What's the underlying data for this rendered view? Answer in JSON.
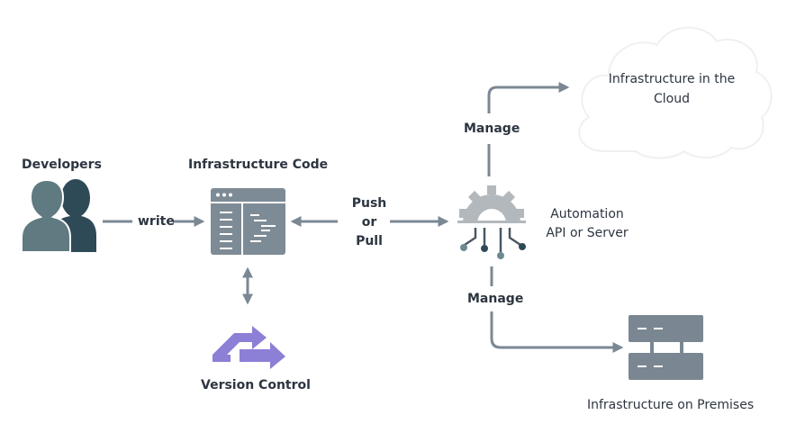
{
  "nodes": {
    "developers": {
      "label": "Developers"
    },
    "infra_code": {
      "label": "Infrastructure Code"
    },
    "version_control": {
      "label": "Version Control"
    },
    "automation": {
      "line1": "Automation",
      "line2": "API or Server"
    },
    "cloud": {
      "line1": "Infrastructure in the",
      "line2": "Cloud"
    },
    "premises": {
      "label": "Infrastructure on Premises"
    }
  },
  "edges": {
    "write": "write",
    "push_pull": {
      "line1": "Push",
      "line2": "or",
      "line3": "Pull"
    },
    "manage_cloud": "Manage",
    "manage_premises": "Manage"
  },
  "colors": {
    "arrow": "#7b8894",
    "text": "#2c3540",
    "user_front": "#5f7a80",
    "user_back": "#2f4a57",
    "panel": "#7d8b96",
    "gear": "#b3b8bc",
    "vc": "#8b7fd6",
    "server": "#7a8792",
    "cloud_stroke": "#eef0f2"
  }
}
